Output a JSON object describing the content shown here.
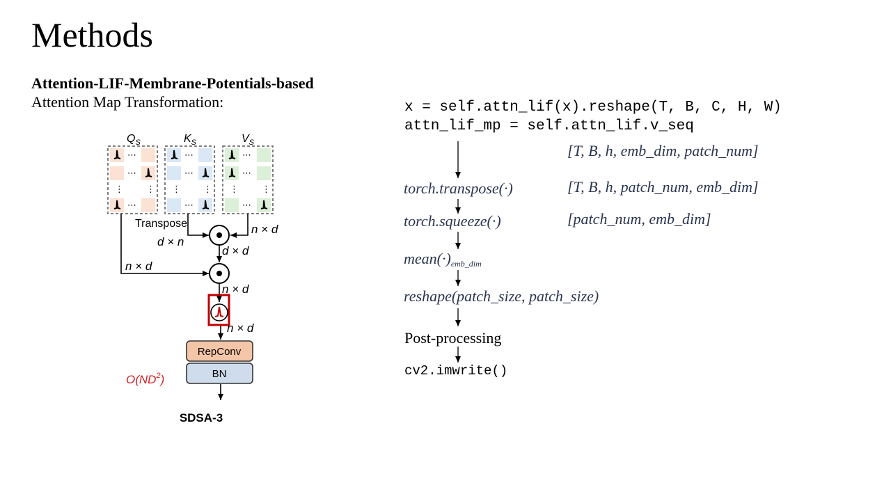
{
  "slide": {
    "title": "Methods",
    "subtitle_bold": "Attention-LIF-Membrane-Potentials-based",
    "subtitle_rest": "Attention Map Transformation:"
  },
  "figure": {
    "q_label": "Q",
    "q_sub": "S",
    "k_label": "K",
    "k_sub": "S",
    "v_label": "V",
    "v_sub": "S",
    "transpose_label": "Transpose",
    "dim_nxd": "n × d",
    "dim_dxn": "d × n",
    "dim_dxd": "d × d",
    "repconv_label": "RepConv",
    "bn_label": "BN",
    "complexity_label": "O(ND",
    "complexity_exp": "2",
    "complexity_close": ")",
    "caption": "SDSA-3",
    "colors": {
      "q_fill": "#fbe2d5",
      "k_fill": "#dae8f5",
      "v_fill": "#dcefd8",
      "repconv_fill": "#f4c6a8",
      "bn_fill": "#cfdcec",
      "highlight": "#c00000"
    }
  },
  "code": {
    "line1": "x = self.attn_lif(x).reshape(T, B, C, H, W)",
    "line2": "attn_lif_mp = self.attn_lif.v_seq"
  },
  "flow": {
    "shape1": "[T, B, h, emb_dim, patch_num]",
    "step1": "torch.transpose(·)",
    "shape2": "[T, B, h, patch_num, emb_dim]",
    "step2": "torch.squeeze(·)",
    "shape3": "[patch_num, emb_dim]",
    "step3_main": "mean(·)",
    "step3_sub": "emb_dim",
    "step4": "reshape(patch_size, patch_size)",
    "step5": "Post-processing",
    "step6": "cv2.imwrite()"
  }
}
